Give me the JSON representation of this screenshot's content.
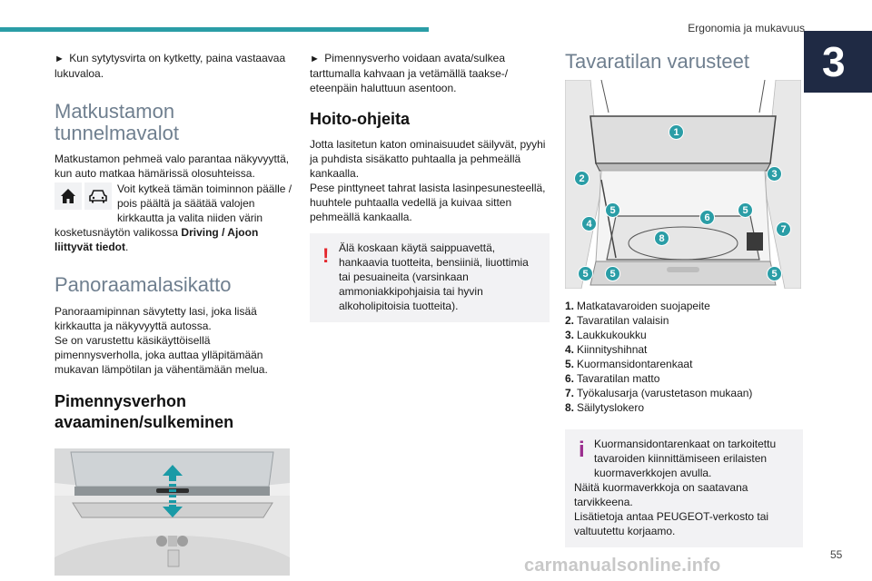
{
  "header": {
    "section_title": "Ergonomia ja mukavuus",
    "chapter_number": "3",
    "page_number": "55",
    "watermark": "carmanualsonline.info"
  },
  "col1": {
    "intro_bullet": "Kun sytytysvirta on kytketty, paina vastaavaa lukuvaloa.",
    "h_ambient_line1": "Matkustamon",
    "h_ambient_line2": "tunnelmavalot",
    "ambient_p1": "Matkustamon pehmeä valo parantaa näkyvyyttä, kun auto matkaa hämärissä olosuhteissa.",
    "ambient_p2_start": "Voit kytkeä tämän toiminnon päälle / pois päältä ja säätää valojen kirkkautta ja valita niiden värin kosketusnäytön valikossa ",
    "ambient_p2_bold": "Driving / Ajoon liittyvät tiedot",
    "ambient_p2_end": ".",
    "h_panoramic": "Panoraamalasikatto",
    "panoramic_p1": "Panoraamipinnan sävytetty lasi, joka lisää kirkkautta ja näkyvyyttä autossa.",
    "panoramic_p2": "Se on varustettu käsikäyttöisellä pimennysverholla, joka auttaa ylläpitämään mukavan lämpötilan ja vähentämään melua.",
    "h_blind_line1": "Pimennysverhon",
    "h_blind_line2": "avaaminen/sulkeminen"
  },
  "col2": {
    "blind_bullet": "Pimennysverho voidaan avata/sulkea tarttumalla kahvaan ja vetämällä taakse-/ eteenpäin haluttuun asentoon.",
    "h_care": "Hoito-ohjeita",
    "care_p1": "Jotta lasitetun katon ominaisuudet säilyvät, pyyhi ja puhdista sisäkatto puhtaalla ja pehmeällä kankaalla.",
    "care_p2": "Pese pinttyneet tahrat lasista lasinpesunesteellä, huuhtele puhtaalla vedellä ja kuivaa sitten pehmeällä kankaalla.",
    "warning_glyph": "!",
    "warning_text": "Älä koskaan käytä saippuavettä, hankaavia tuotteita, bensiiniä, liuottimia tai pesuaineita (varsinkaan ammoniakkipohjaisia tai hyvin alkoholipitoisia tuotteita)."
  },
  "col3": {
    "h_trunk": "Tavaratilan varusteet",
    "callouts": [
      "1",
      "2",
      "3",
      "4",
      "5",
      "5",
      "6",
      "5",
      "7",
      "8",
      "5",
      "5"
    ],
    "legend": [
      {
        "num": "1.",
        "text": "Matkatavaroiden suojapeite"
      },
      {
        "num": "2.",
        "text": "Tavaratilan valaisin"
      },
      {
        "num": "3.",
        "text": "Laukkukoukku"
      },
      {
        "num": "4.",
        "text": "Kiinnityshihnat"
      },
      {
        "num": "5.",
        "text": "Kuormansidontarenkaat"
      },
      {
        "num": "6.",
        "text": "Tavaratilan matto"
      },
      {
        "num": "7.",
        "text": "Työkalusarja (varustetason mukaan)"
      },
      {
        "num": "8.",
        "text": "Säilytyslokero"
      }
    ],
    "info_glyph": "i",
    "info_p1": "Kuormansidontarenkaat on tarkoitettu tavaroiden kiinnittämiseen erilaisten kuormaverkkojen avulla.",
    "info_p2": "Näitä kuormaverkkoja on saatavana tarvikkeena.",
    "info_p3": "Lisätietoja antaa PEUGEOT-verkosto tai valtuutettu korjaamo."
  },
  "icons": [
    "home-icon",
    "car-icon",
    "arrow-bullet-icon",
    "warning-icon",
    "info-icon"
  ],
  "colors": {
    "accent": "#2a9da6",
    "chapter_tab": "#1f2a44",
    "heading_light": "#6f7f8f",
    "warning": "#e4262c",
    "info": "#9b2f8f",
    "callout": "#2a9da6"
  }
}
